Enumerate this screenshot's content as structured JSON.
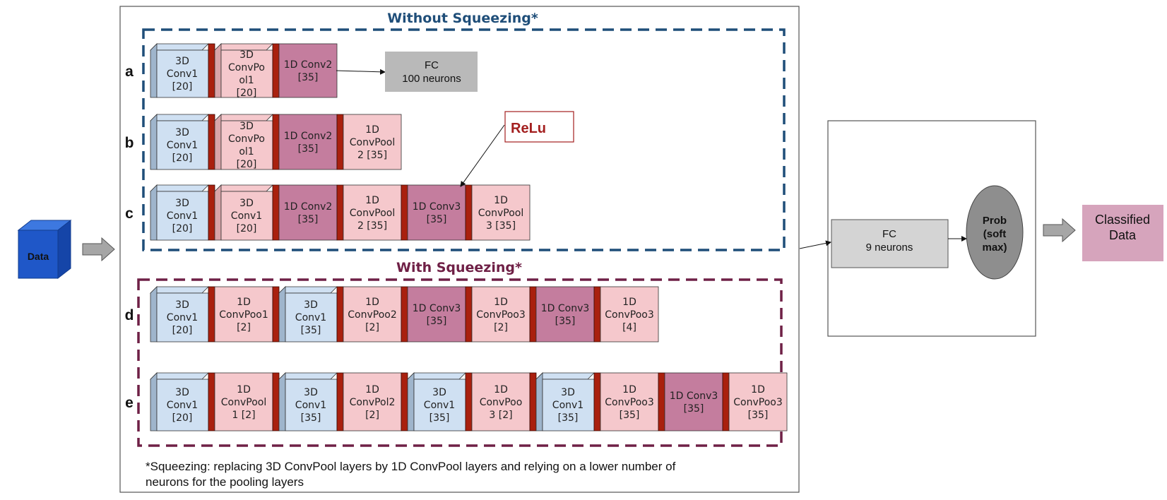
{
  "colors": {
    "conv3d": "#cfe0f2",
    "conv3d_side": "#9fb5cc",
    "pool": "#f5c8cc",
    "conv1d": "#c47d9e",
    "sep": "#a9200e",
    "fc_top": "#b9b9b9",
    "fc_right": "#d4d4d4",
    "prob": "#8e8e8e",
    "classified": "#d6a4bc",
    "data_cube": "#1f57c8",
    "without_color": "#1f4e79",
    "with_color": "#6f2046",
    "relu_color": "#a31f1f"
  },
  "input": {
    "label": "Data"
  },
  "sections": {
    "without": "Without Squeezing*",
    "with": "With Squeezing*"
  },
  "relu": "ReLu",
  "fc_top": {
    "title": "FC",
    "subtitle": "100 neurons"
  },
  "fc_right": {
    "title": "FC",
    "subtitle": "9 neurons"
  },
  "prob": {
    "lines": [
      "Prob",
      "(soft",
      "max)"
    ]
  },
  "output": {
    "lines": [
      "Classified",
      "Data"
    ]
  },
  "footnote": {
    "line1": "*Squeezing: replacing 3D ConvPool layers by 1D ConvPool layers and relying on a  lower number of",
    "line2": "neurons for the pooling layers"
  },
  "rows": [
    {
      "label": "a",
      "blocks": [
        {
          "kind": "c3",
          "lines": [
            "3D",
            "Conv1",
            "[20]"
          ]
        },
        {
          "kind": "p3",
          "lines": [
            "3D",
            "ConvPo",
            "ol1",
            "[20]"
          ]
        },
        {
          "kind": "c1",
          "lines": [
            "1D Conv2",
            "[35]"
          ]
        }
      ]
    },
    {
      "label": "b",
      "blocks": [
        {
          "kind": "c3",
          "lines": [
            "3D",
            "Conv1",
            "[20]"
          ]
        },
        {
          "kind": "p3",
          "lines": [
            "3D",
            "ConvPo",
            "ol1",
            "[20]"
          ]
        },
        {
          "kind": "c1",
          "lines": [
            "1D Conv2",
            "[35]"
          ]
        },
        {
          "kind": "p1",
          "lines": [
            "1D",
            "ConvPool",
            "2 [35]"
          ]
        }
      ]
    },
    {
      "label": "c",
      "blocks": [
        {
          "kind": "c3",
          "lines": [
            "3D",
            "Conv1",
            "[20]"
          ]
        },
        {
          "kind": "p3",
          "lines": [
            "3D",
            "Conv1",
            "[20]"
          ]
        },
        {
          "kind": "c1",
          "lines": [
            "1D Conv2",
            "[35]"
          ]
        },
        {
          "kind": "p1",
          "lines": [
            "1D",
            "ConvPool",
            "2 [35]"
          ]
        },
        {
          "kind": "c1",
          "lines": [
            "1D Conv3",
            "[35]"
          ]
        },
        {
          "kind": "p1",
          "lines": [
            "1D",
            "ConvPool",
            "3 [35]"
          ]
        }
      ]
    },
    {
      "label": "d",
      "blocks": [
        {
          "kind": "c3",
          "lines": [
            "3D",
            "Conv1",
            "[20]"
          ]
        },
        {
          "kind": "p1",
          "lines": [
            "1D",
            "ConvPoo1",
            "[2]"
          ]
        },
        {
          "kind": "c3",
          "lines": [
            "3D",
            "Conv1",
            "[35]"
          ]
        },
        {
          "kind": "p1",
          "lines": [
            "1D",
            "ConvPoo2",
            "[2]"
          ]
        },
        {
          "kind": "c1",
          "lines": [
            "1D Conv3",
            "[35]"
          ]
        },
        {
          "kind": "p1",
          "lines": [
            "1D",
            "ConvPoo3",
            "[2]"
          ]
        },
        {
          "kind": "c1",
          "lines": [
            "1D Conv3",
            "[35]"
          ]
        },
        {
          "kind": "p1",
          "lines": [
            "1D",
            "ConvPoo3",
            "[4]"
          ]
        }
      ]
    },
    {
      "label": "e",
      "blocks": [
        {
          "kind": "c3",
          "lines": [
            "3D",
            "Conv1",
            "[20]"
          ]
        },
        {
          "kind": "p1",
          "lines": [
            "1D",
            "ConvPool",
            "1 [2]"
          ]
        },
        {
          "kind": "c3",
          "lines": [
            "3D",
            "Conv1",
            "[35]"
          ]
        },
        {
          "kind": "p1",
          "lines": [
            "1D",
            "ConvPol2",
            "[2]"
          ]
        },
        {
          "kind": "c3",
          "lines": [
            "3D",
            "Conv1",
            "[35]"
          ]
        },
        {
          "kind": "p1",
          "lines": [
            "1D",
            "ConvPoo",
            "3 [2]"
          ]
        },
        {
          "kind": "c3",
          "lines": [
            "3D",
            "Conv1",
            "[35]"
          ]
        },
        {
          "kind": "p1",
          "lines": [
            "1D",
            "ConvPoo3",
            "[35]"
          ]
        },
        {
          "kind": "c1",
          "lines": [
            "1D Conv3",
            "[35]"
          ]
        },
        {
          "kind": "p1",
          "lines": [
            "1D",
            "ConvPoo3",
            "[35]"
          ]
        }
      ]
    }
  ]
}
